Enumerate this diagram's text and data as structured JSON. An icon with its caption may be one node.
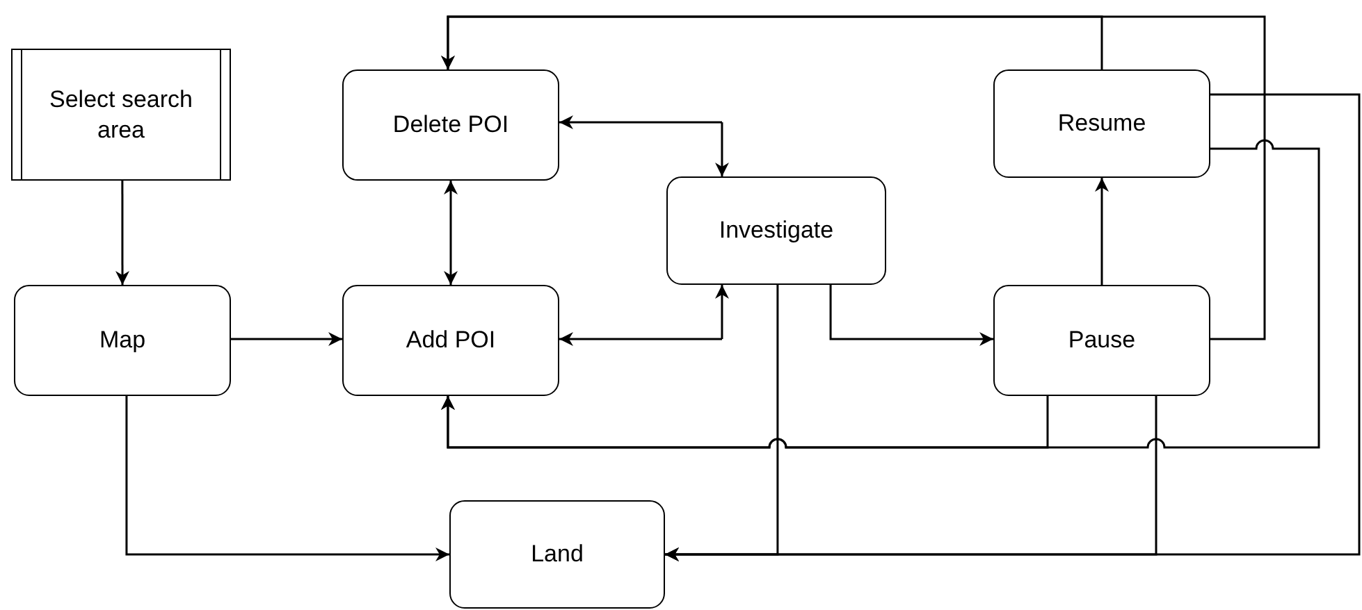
{
  "diagram": {
    "nodes": [
      {
        "text": [
          "Select search area"
        ]
      },
      {
        "text": [
          "Map"
        ]
      },
      {
        "text": [
          "Delete POI"
        ]
      },
      {
        "text": [
          "Add POI"
        ]
      },
      {
        "text": [
          "Investigate"
        ]
      },
      {
        "text": [
          "Resume"
        ]
      },
      {
        "text": [
          "Pause"
        ]
      },
      {
        "text": [
          "Land"
        ]
      }
    ],
    "edges": [
      {
        "from": 0,
        "to": 1,
        "arrow": "to"
      },
      {
        "from": 1,
        "to": 3,
        "arrow": "to"
      },
      {
        "from": 1,
        "to": 7,
        "arrow": "to"
      },
      {
        "from": 2,
        "to": 3,
        "arrow": "both"
      },
      {
        "from": 2,
        "to": 4,
        "arrow": "both"
      },
      {
        "from": 3,
        "to": 4,
        "arrow": "both"
      },
      {
        "from": 4,
        "to": 6,
        "arrow": "to"
      },
      {
        "from": 4,
        "to": 7,
        "arrow": "to"
      },
      {
        "from": 6,
        "to": 5,
        "arrow": "to"
      },
      {
        "from": 5,
        "to": 2,
        "arrow": "to"
      },
      {
        "from": 6,
        "to": 2,
        "arrow": "to"
      },
      {
        "from": 6,
        "to": 3,
        "arrow": "to"
      },
      {
        "from": 5,
        "to": 3,
        "arrow": "to"
      },
      {
        "from": 6,
        "to": 7,
        "arrow": "to"
      },
      {
        "from": 5,
        "to": 7,
        "arrow": "to"
      }
    ]
  }
}
